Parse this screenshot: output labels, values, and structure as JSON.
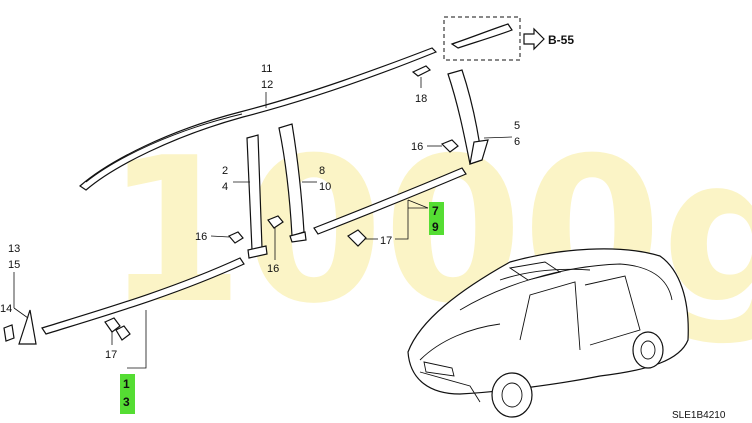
{
  "watermark": "1000g",
  "reference": "B-55",
  "diagram_code": "SLE1B4210",
  "callouts": {
    "c11": "11",
    "c12": "12",
    "c18": "18",
    "c5": "5",
    "c6": "6",
    "c2": "2",
    "c4": "4",
    "c8": "8",
    "c10": "10",
    "c16a": "16",
    "c16b": "16",
    "c16c": "16",
    "c17a": "17",
    "c17b": "17",
    "c7": "7",
    "c9": "9",
    "c13": "13",
    "c15": "15",
    "c14": "14",
    "c1": "1",
    "c3": "3"
  },
  "colors": {
    "highlight": "#55dd33",
    "watermark": "#fbf4c6",
    "line": "#111111"
  }
}
